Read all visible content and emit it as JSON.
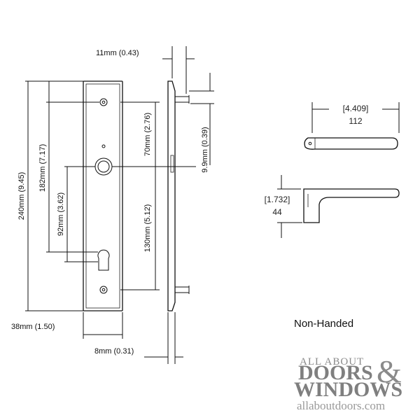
{
  "plate": {
    "width_top": "11mm (0.43)",
    "height_total": "240mm (9.45)",
    "height_182": "182mm (7.17)",
    "spindle_to_cyl": "92mm (3.62)",
    "spindle_to_top": "70mm (2.76)",
    "spindle_to_bottom": "130mm (5.12)",
    "side_9_9": "9.9mm (0.39)",
    "width_bottom": "38mm (1.50)",
    "thickness_bottom": "8mm (0.31)"
  },
  "lever": {
    "length_in": "[4.409]",
    "length_mm": "112",
    "height_in": "[1.732]",
    "height_mm": "44"
  },
  "note": "Non-Handed",
  "logo": {
    "line1": "ALL ABOUT",
    "line2": "DOORS",
    "amp": "&",
    "line3": "WINDOWS",
    "url": "allaboutdoors.com"
  }
}
